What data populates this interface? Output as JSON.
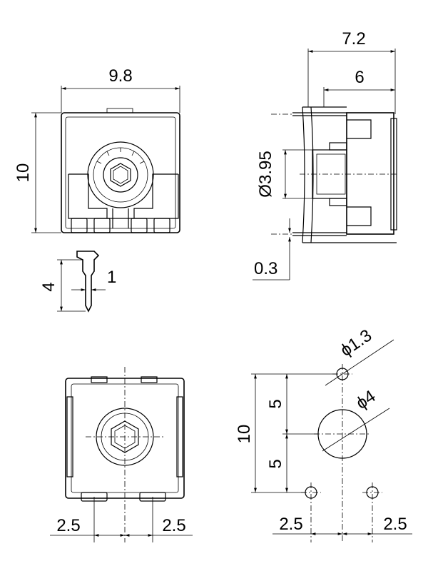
{
  "dimensions": {
    "front_width": "9.8",
    "front_height": "10",
    "side_depth_total": "7.2",
    "side_depth_body": "6",
    "rotor_diameter": "Ø3.95",
    "pin_thickness": "0.3",
    "pin_length": "4",
    "pin_width": "1",
    "bottom_left_spacing": "2.5",
    "bottom_right_spacing": "2.5",
    "pcb_hole_small": "ϕ1.3",
    "pcb_hole_large": "ϕ4",
    "pcb_height_total": "10",
    "pcb_upper_half": "5",
    "pcb_lower_half": "5",
    "pcb_left_spacing": "2.5",
    "pcb_right_spacing": "2.5"
  }
}
